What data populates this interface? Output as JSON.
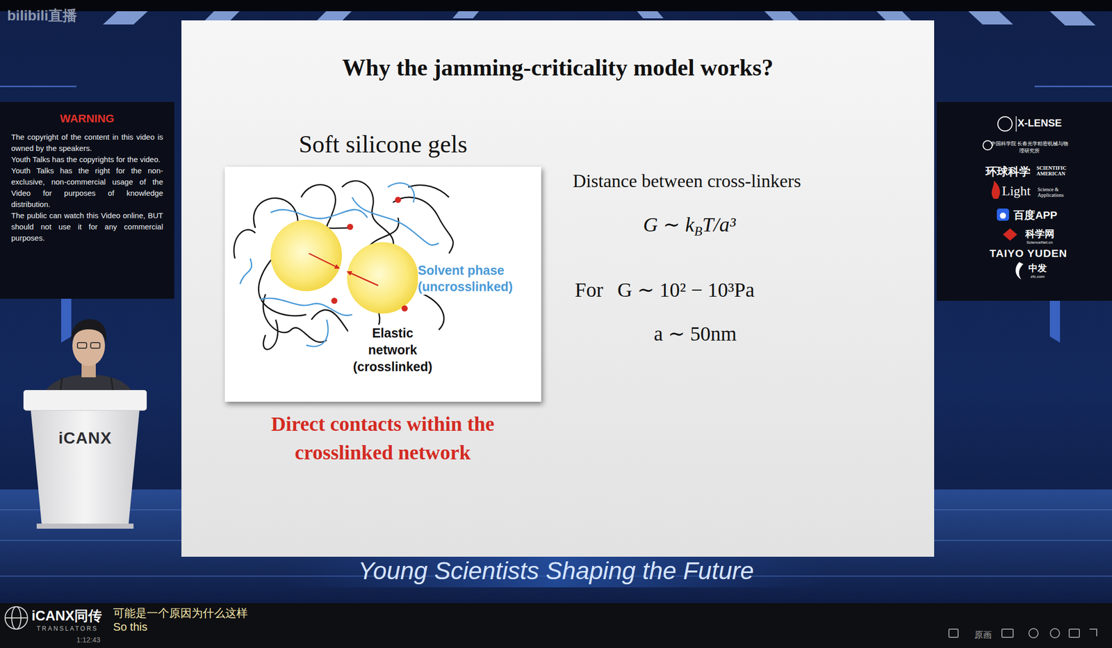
{
  "diagram": {
    "title": "Why the jamming-criticality model works?",
    "nodes": [
      {
        "text": [
          "WARNING",
          "The copyright of the content in this video is owned by the speakers.",
          "Youth Talks has the copyrights for the video.",
          "Youth Talks has the right for the non-exclusive, non-commercial usage of the Video for purposes of knowledge distribution.",
          "The public can watch this Video online, BUT should not use it for any commercial purposes."
        ]
      },
      {
        "text": [
          "iCANX"
        ]
      },
      {
        "text": [
          "Soft silicone gels",
          "Solvent phase (uncrosslinked)",
          "Elastic network (crosslinked)"
        ]
      }
    ],
    "labels": [
      "bilibili直播",
      "Direct contacts within the crosslinked network",
      "Distance between cross-linkers",
      "G ∼ k",
      "B",
      "T/a³",
      "For",
      "G ∼ 10² − 10³Pa",
      "a ∼ 50nm",
      "X-LENSE",
      "中国科学院 长春光学精密机械与物理研究所",
      "环球科学",
      "SCIENTIFIC AMERICAN",
      "Light",
      "Science & Applications",
      "百度APP",
      "科学网",
      "ScienceNet.cn",
      "TAIYO YUDEN",
      "中发",
      "zfc.com",
      "Young Scientists Shaping the Future",
      "iCANX同传",
      "TRANSLATORS",
      "可能是一个原因为什么这样",
      "So this",
      "1:12:43",
      "原画"
    ]
  }
}
